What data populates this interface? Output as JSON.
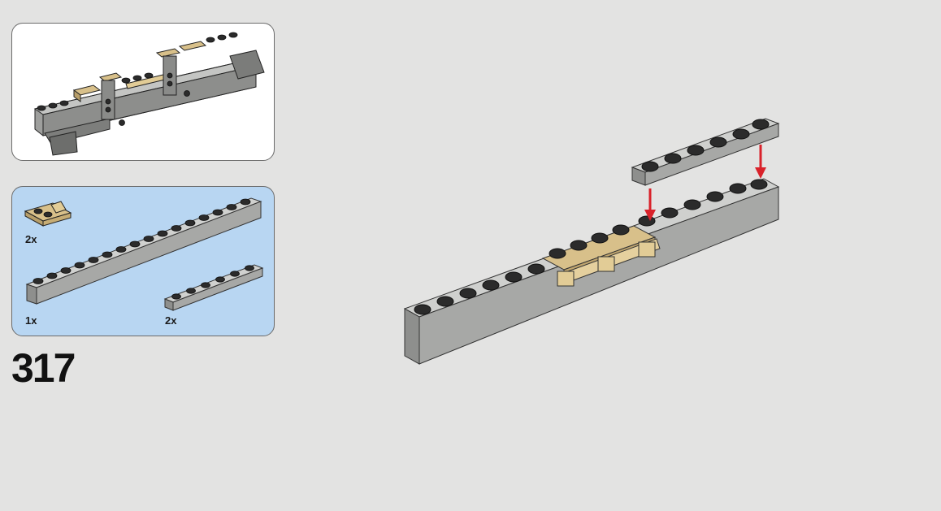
{
  "step": {
    "number": "317"
  },
  "parts_list": {
    "items": [
      {
        "name": "tan-modified-plate-with-clip",
        "quantity": "2x",
        "color": "#d8c08a"
      },
      {
        "name": "gray-plate-1x16",
        "quantity": "1x",
        "color": "#a7a8a6"
      },
      {
        "name": "gray-plate-1x6",
        "quantity": "2x",
        "color": "#a7a8a6"
      }
    ]
  },
  "colors": {
    "background": "#e3e3e2",
    "parts_panel": "#b8d6f2",
    "brick_gray": "#a7a8a6",
    "brick_tan": "#d8c08a",
    "stud_black": "#2b2b2b",
    "arrow_red": "#d9222a"
  }
}
